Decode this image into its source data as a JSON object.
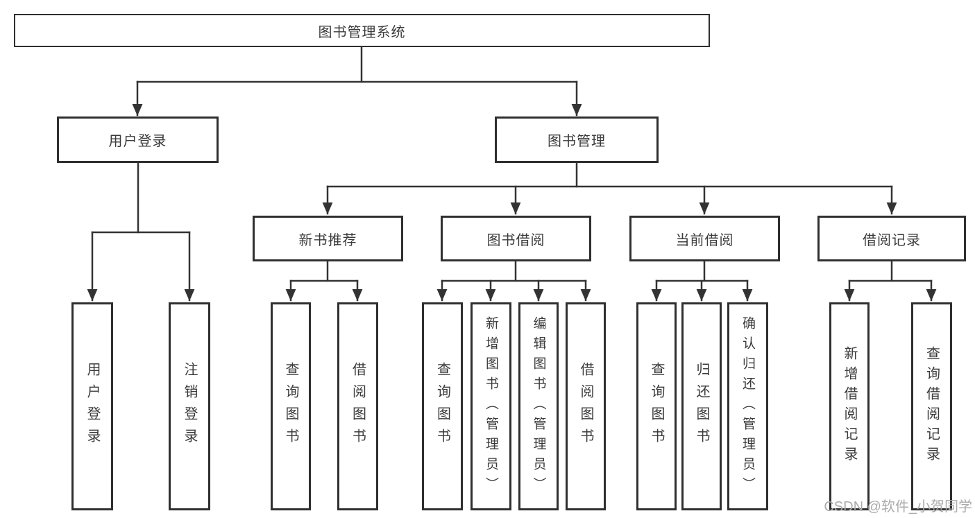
{
  "nodes": {
    "root": "图书管理系统",
    "user_login": "用户登录",
    "book_mgmt": "图书管理",
    "new_books": "新书推荐",
    "book_borrow": "图书借阅",
    "current_borrow": "当前借阅",
    "borrow_records": "借阅记录"
  },
  "leaves": {
    "user_login": [
      "用户登录",
      "注销登录"
    ],
    "new_books": [
      "查询图书",
      "借阅图书"
    ],
    "book_borrow": [
      "查询图书",
      "新增图书（管理员）",
      "编辑图书（管理员）",
      "借阅图书"
    ],
    "current_borrow": [
      "查询图书",
      "归还图书",
      "确认归还（管理员）"
    ],
    "borrow_records": [
      "新增借阅记录",
      "查询借阅记录"
    ]
  },
  "watermark": {
    "text": "CSDN @软件_小贺同学"
  },
  "colors": {
    "line": "#333333",
    "border": "#2f2f2f",
    "text": "#3b3b3b",
    "background": "#ffffff",
    "watermark": "#ababab"
  }
}
